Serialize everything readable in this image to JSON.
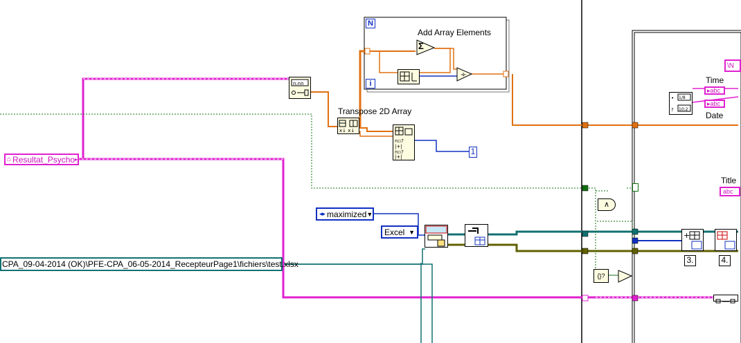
{
  "diagram": {
    "labels": {
      "add_array_elements": "Add Array Elements",
      "transpose_2d_array": "Transpose 2D Array",
      "time": "Time",
      "date": "Date",
      "title": "Title"
    },
    "controls": {
      "resultat_psycho": "Resultat_Psycho",
      "maximized": "maximized",
      "excel": "Excel",
      "file_path": "CPA_09-04-2014 (OK)\\PFE-CPA_06-05-2014_RecepteurPage1\\fichiers\\test.xlsx"
    },
    "constants": {
      "one": "1",
      "loop_count": "N",
      "loop_index": "i"
    },
    "sequence_labels": {
      "three": "3.",
      "four": "4."
    },
    "glyphs": {
      "sum": "Σ",
      "and": "∧",
      "abc": "abc"
    }
  },
  "colors": {
    "string_wire": "#e020d0",
    "numeric_wire": "#1030c0",
    "double_wire": "#e07010",
    "boolean_wire": "#107010",
    "refnum_wire": "#117070",
    "error_wire": "#606000",
    "block_fill": "#fdfbe0"
  }
}
